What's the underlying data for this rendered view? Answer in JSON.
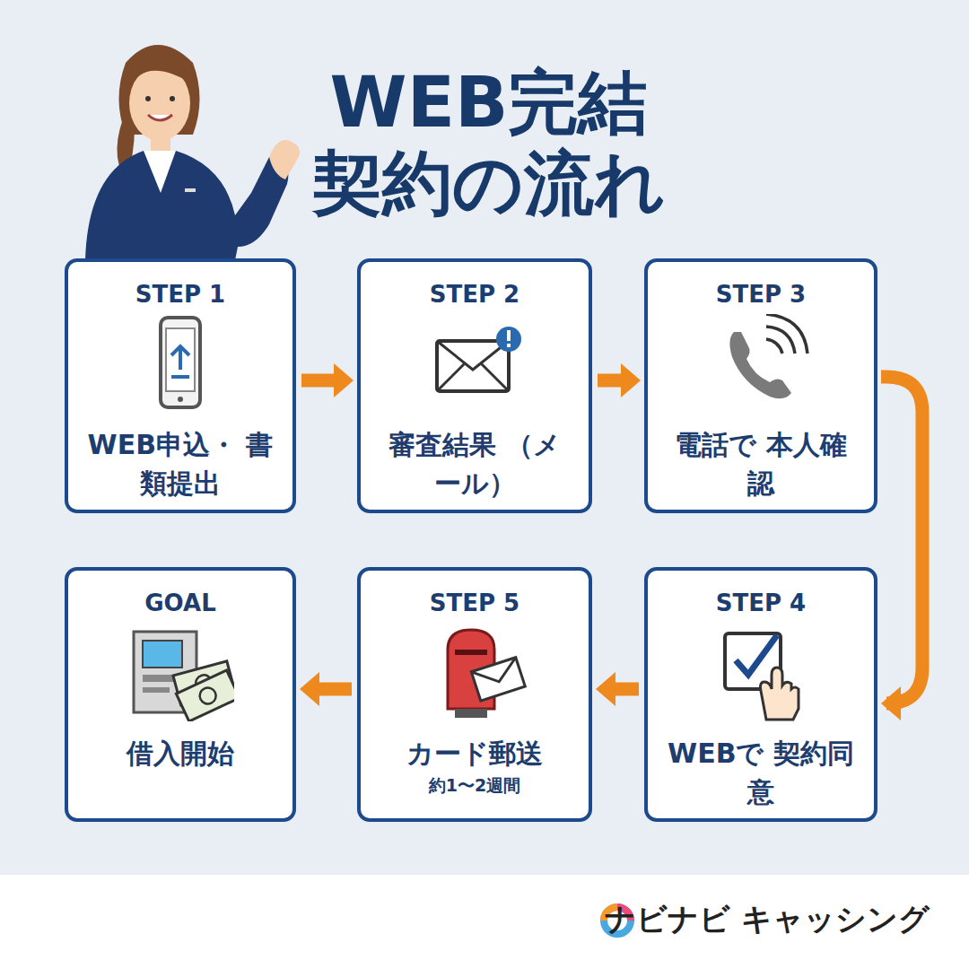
{
  "diagram": {
    "title": "WEB完結 契約の流れ",
    "nodes": [
      {
        "text": [
          "STEP 1",
          "WEB申込・ 書類提出"
        ]
      },
      {
        "text": [
          "STEP 2",
          "審査結果 （メール）"
        ]
      },
      {
        "text": [
          "STEP 3",
          "電話で 本人確認"
        ]
      },
      {
        "text": [
          "STEP 4",
          "WEBで 契約同意"
        ]
      },
      {
        "text": [
          "STEP 5",
          "カード郵送",
          "約1〜2週間"
        ]
      },
      {
        "text": [
          "GOAL",
          "借入開始"
        ]
      }
    ],
    "edges": [
      {
        "from": 0,
        "to": 1,
        "arrow": "to"
      },
      {
        "from": 1,
        "to": 2,
        "arrow": "to"
      },
      {
        "from": 2,
        "to": 3,
        "arrow": "to"
      },
      {
        "from": 3,
        "to": 4,
        "arrow": "to"
      },
      {
        "from": 4,
        "to": 5,
        "arrow": "to"
      }
    ],
    "labels": [
      "ナビナビ キャッシング"
    ]
  }
}
